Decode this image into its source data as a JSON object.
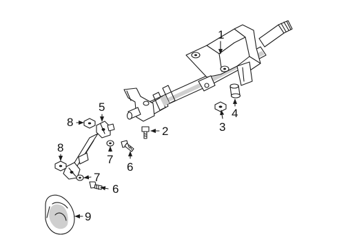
{
  "diagram": {
    "background": "#ffffff",
    "line_color": "#1a1a1a",
    "callouts": [
      {
        "id": "c1",
        "label": "1"
      },
      {
        "id": "c2",
        "label": "2"
      },
      {
        "id": "c3",
        "label": "3"
      },
      {
        "id": "c4",
        "label": "4"
      },
      {
        "id": "c5",
        "label": "5"
      },
      {
        "id": "c6a",
        "label": "6"
      },
      {
        "id": "c6b",
        "label": "6"
      },
      {
        "id": "c7a",
        "label": "7"
      },
      {
        "id": "c7b",
        "label": "7"
      },
      {
        "id": "c8a",
        "label": "8"
      },
      {
        "id": "c8b",
        "label": "8"
      },
      {
        "id": "c9",
        "label": "9"
      }
    ]
  }
}
